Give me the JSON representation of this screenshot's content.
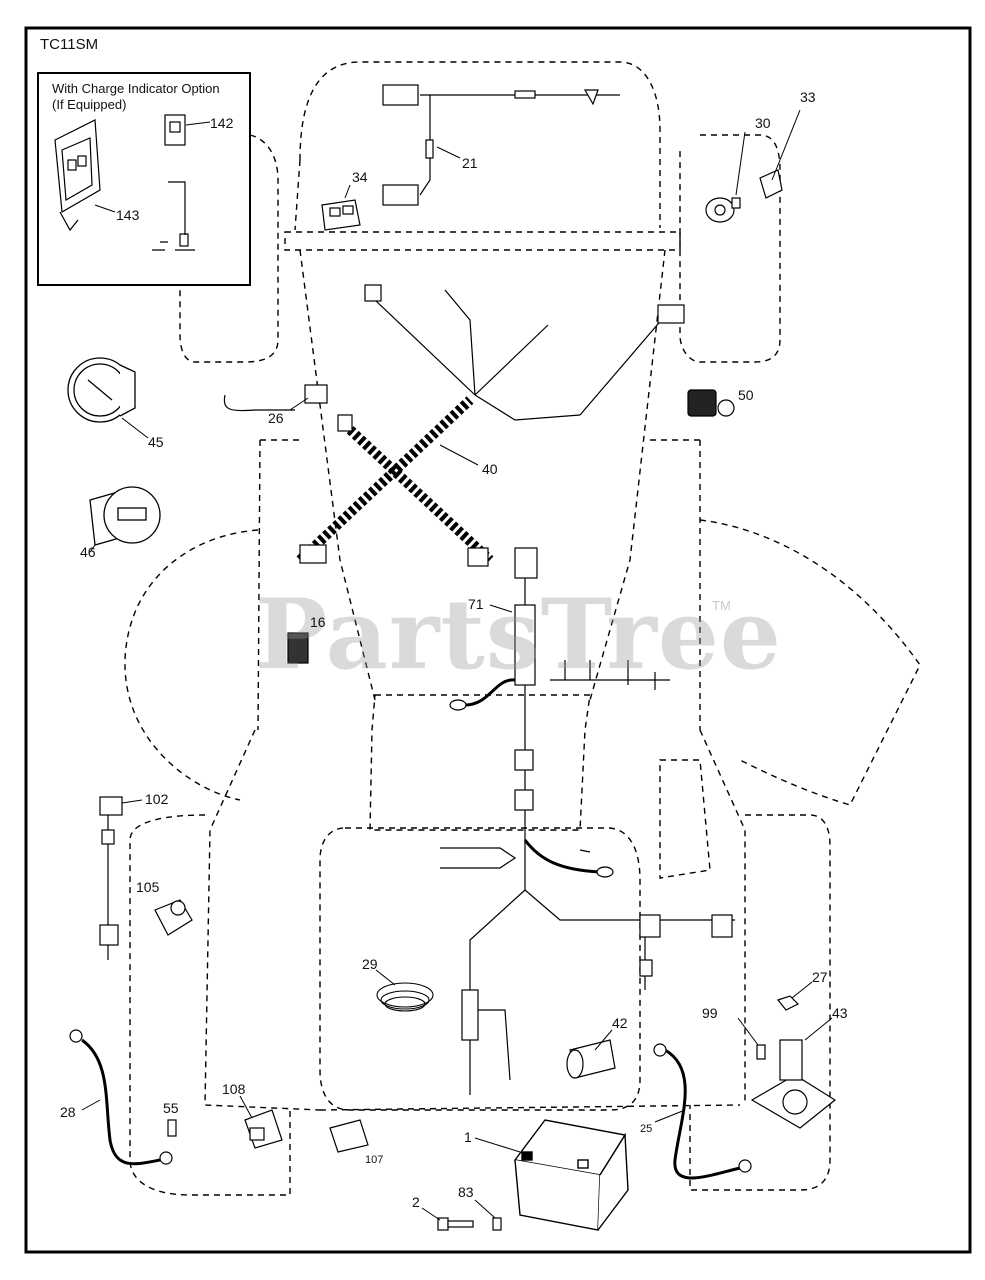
{
  "diagram": {
    "model_code": "TC11SM",
    "inset": {
      "title_line1": "With Charge Indicator Option",
      "title_line2": "(If Equipped)"
    },
    "watermark": "PartsTree",
    "trademark": "TM",
    "callouts": {
      "c21": "21",
      "c34": "34",
      "c30": "30",
      "c33": "33",
      "c142": "142",
      "c143": "143",
      "c26": "26",
      "c40": "40",
      "c45": "45",
      "c50": "50",
      "c46": "46",
      "c16": "16",
      "c71": "71",
      "c102": "102",
      "c105": "105",
      "c29": "29",
      "c42": "42",
      "c27": "27",
      "c99": "99",
      "c43": "43",
      "c28": "28",
      "c55": "55",
      "c108": "108",
      "c107": "107",
      "c1": "1",
      "c25": "25",
      "c2": "2",
      "c83": "83"
    }
  }
}
